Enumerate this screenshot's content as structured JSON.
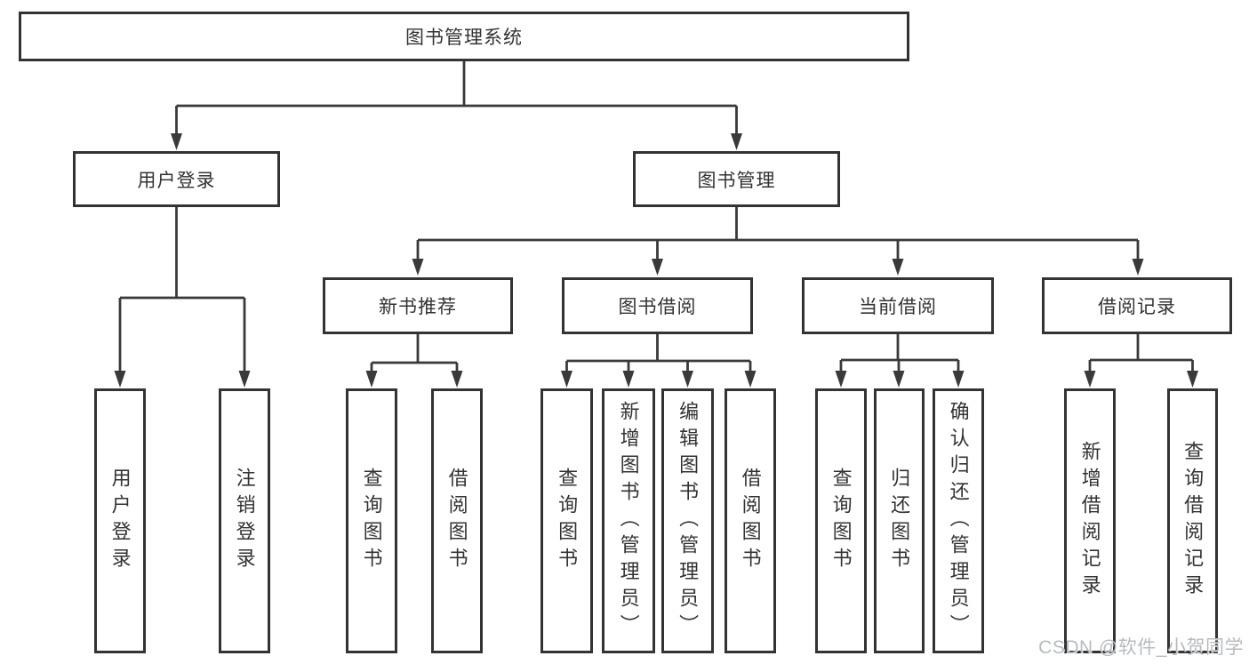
{
  "nodes": {
    "root": "图书管理系统",
    "user_login": "用户登录",
    "book_mgmt": "图书管理",
    "new_book_rec": "新书推荐",
    "book_borrow": "图书借阅",
    "current_borrow": "当前借阅",
    "borrow_record": "借阅记录",
    "leaf_user_login": "用户登录",
    "leaf_logout": "注销登录",
    "leaf_rec_query": "查询图书",
    "leaf_rec_borrow": "借阅图书",
    "leaf_bb_query": "查询图书",
    "leaf_bb_add": "新增图书（管理员）",
    "leaf_bb_edit": "编辑图书（管理员）",
    "leaf_bb_borrow": "借阅图书",
    "leaf_cb_query": "查询图书",
    "leaf_cb_return": "归还图书",
    "leaf_cb_confirm": "确认归还（管理员）",
    "leaf_br_add": "新增借阅记录",
    "leaf_br_query": "查询借阅记录"
  },
  "watermark": {
    "text": "CSDN @软件_小贺同学"
  },
  "colors": {
    "background": "#ffffff",
    "box_fill": "#ffffff",
    "box_border": "#333333",
    "line": "#3a3a3a",
    "text": "#333333",
    "watermark": "#b7bbbf"
  }
}
